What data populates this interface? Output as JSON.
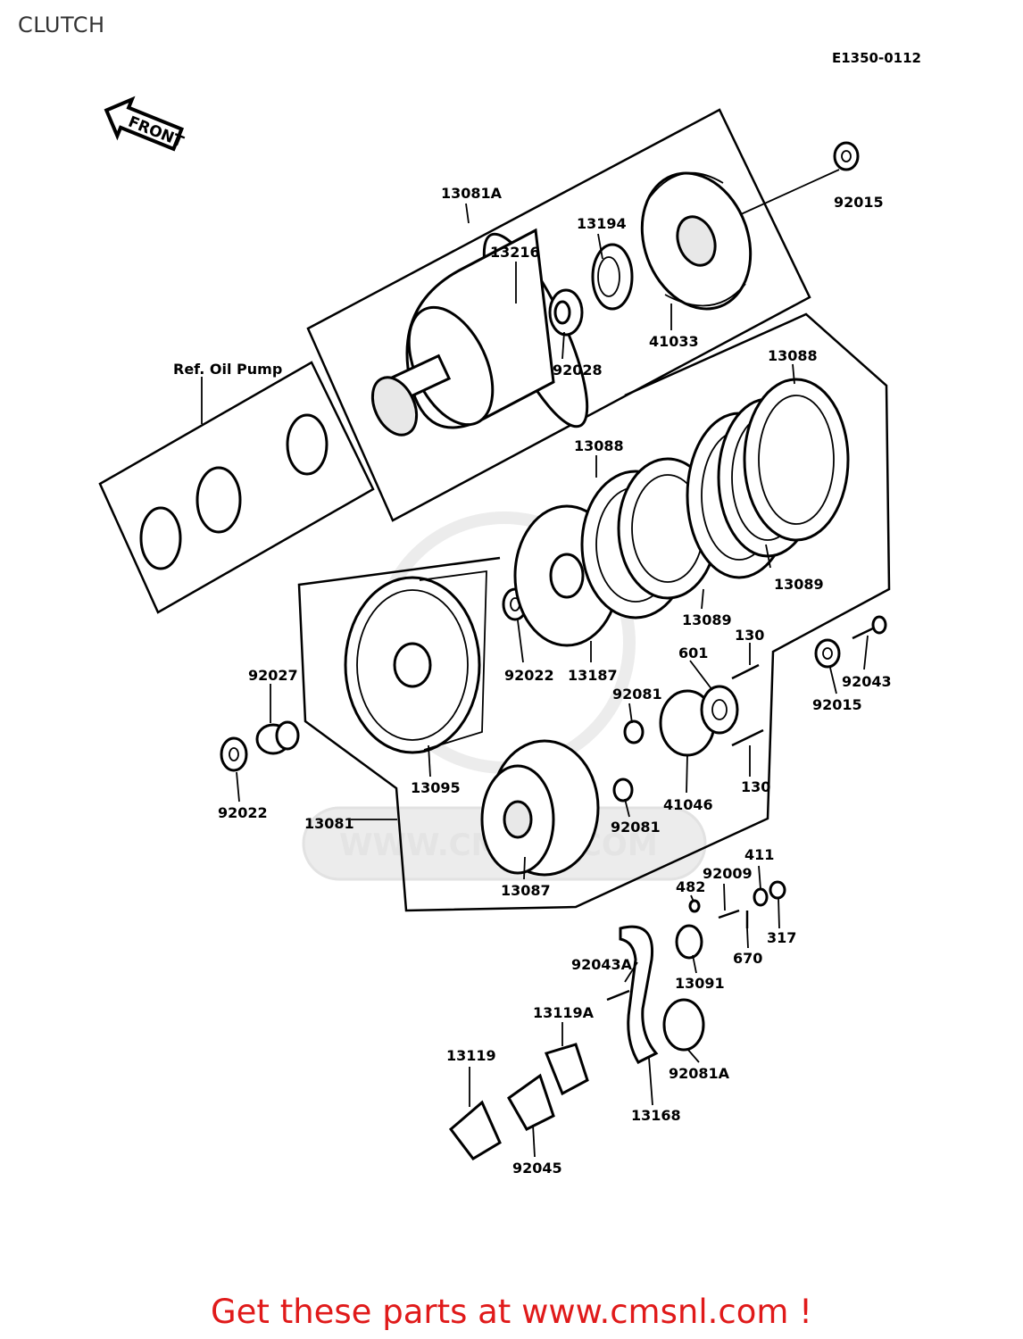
{
  "header": {
    "title": "CLUTCH",
    "diagram_code": "E1350-0112"
  },
  "front_arrow": "FRONT",
  "labels": {
    "p13081A": "13081A",
    "p13216": "13216",
    "p13194": "13194",
    "p92015_top": "92015",
    "p41033": "41033",
    "p92028": "92028",
    "ref_oil_pump": "Ref. Oil Pump",
    "p13088_a": "13088",
    "p13088_b": "13088",
    "p13089_a": "13089",
    "p13089_b": "13089",
    "p13187": "13187",
    "p92022_a": "92022",
    "p92027": "92027",
    "p92022_b": "92022",
    "p13095": "13095",
    "p13081": "13081",
    "p601": "601",
    "p130_a": "130",
    "p130_b": "130",
    "p92081_a": "92081",
    "p92081_b": "92081",
    "p41046": "41046",
    "p92015_mid": "92015",
    "p92043": "92043",
    "p13087": "13087",
    "p411": "411",
    "p92009": "92009",
    "p482": "482",
    "p317": "317",
    "p670": "670",
    "p92043A": "92043A",
    "p13091": "13091",
    "p13119A": "13119A",
    "p13119": "13119",
    "p92081A": "92081A",
    "p13168": "13168",
    "p92045": "92045"
  },
  "watermark": "WWW.CMSNL.COM",
  "footer": {
    "cta": "Get these parts at www.cmsnl.com !"
  }
}
